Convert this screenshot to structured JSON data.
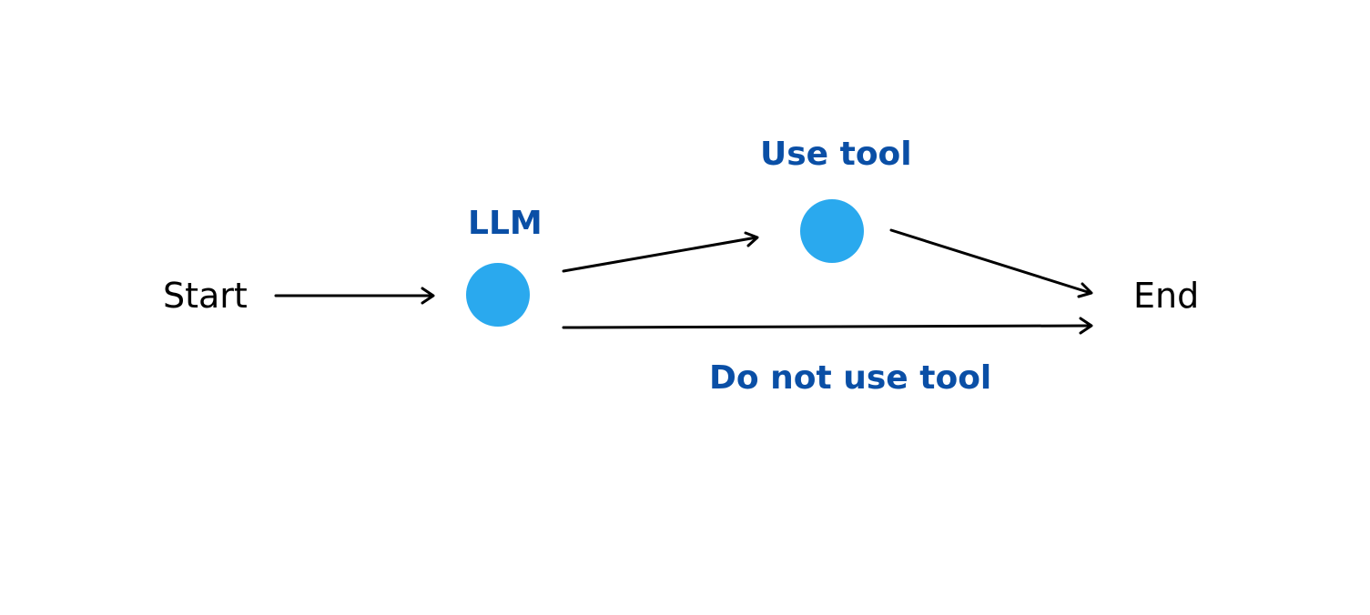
{
  "colors": {
    "node_fill": "#2aa9ee",
    "label_text": "#0a4fa6",
    "edge": "#000000",
    "endpoint_text": "#000000"
  },
  "nodes": {
    "start": {
      "label": "Start"
    },
    "llm": {
      "label": "LLM"
    },
    "use_tool": {
      "label": "Use tool"
    },
    "end": {
      "label": "End"
    }
  },
  "edges": {
    "do_not_use_tool": {
      "label": "Do not use tool"
    }
  }
}
